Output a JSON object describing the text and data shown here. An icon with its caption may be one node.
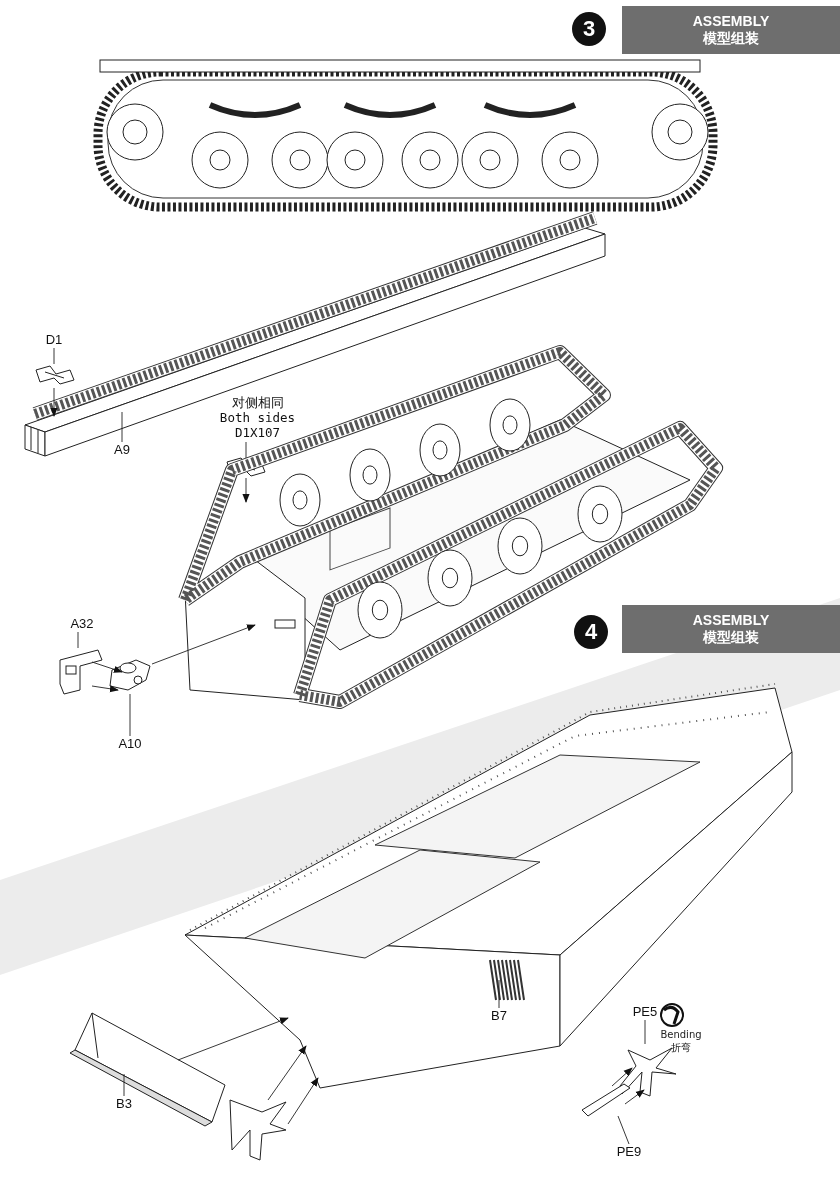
{
  "diagram": {
    "nodes": [
      {
        "text": [
          "3"
        ]
      },
      {
        "text": [
          "ASSEMBLY",
          "模型组装"
        ]
      },
      {
        "text": [
          "D1"
        ]
      },
      {
        "text": [],
        "shape": "picture"
      },
      {
        "text": [],
        "shape": "picture"
      },
      {
        "text": [
          "A9"
        ]
      },
      {
        "text": [
          "对侧相同",
          "Both sides",
          "D1X107"
        ]
      },
      {
        "text": [],
        "shape": "picture"
      },
      {
        "text": [],
        "shape": "picture"
      },
      {
        "text": [
          "A32"
        ]
      },
      {
        "text": [],
        "shape": "picture"
      },
      {
        "text": [],
        "shape": "picture"
      },
      {
        "text": [
          "A10"
        ]
      },
      {
        "text": [
          "4"
        ]
      },
      {
        "text": [
          "ASSEMBLY",
          "模型组装"
        ]
      },
      {
        "text": [],
        "shape": "picture"
      },
      {
        "text": [
          "B7"
        ]
      },
      {
        "text": [],
        "shape": "picture"
      },
      {
        "text": [
          "B3"
        ]
      },
      {
        "text": [],
        "shape": "picture"
      },
      {
        "text": [
          "PE5"
        ]
      },
      {
        "text": [],
        "shape": "picture"
      },
      {
        "text": [
          "PE9"
        ]
      },
      {
        "text": [],
        "shape": "picture"
      }
    ],
    "edges": [
      {
        "from": 2,
        "to": 3,
        "arrow": "none"
      },
      {
        "from": 3,
        "to": 4,
        "arrow": "to"
      },
      {
        "from": 5,
        "to": 4,
        "arrow": "none"
      },
      {
        "from": 6,
        "to": 7,
        "arrow": "none"
      },
      {
        "from": 7,
        "to": 8,
        "arrow": "to"
      },
      {
        "from": 9,
        "to": 10,
        "arrow": "none"
      },
      {
        "from": 10,
        "to": 11,
        "arrow": "to"
      },
      {
        "from": 10,
        "to": 11,
        "arrow": "to"
      },
      {
        "from": 11,
        "to": 8,
        "arrow": "to"
      },
      {
        "from": 12,
        "to": 11,
        "arrow": "none"
      },
      {
        "from": 16,
        "to": 15,
        "arrow": "none"
      },
      {
        "from": 18,
        "to": 17,
        "arrow": "none"
      },
      {
        "from": 17,
        "to": 15,
        "arrow": "to"
      },
      {
        "from": 19,
        "to": 15,
        "arrow": "to"
      },
      {
        "from": 19,
        "to": 15,
        "arrow": "to"
      },
      {
        "from": 20,
        "to": 21,
        "arrow": "none"
      },
      {
        "from": 22,
        "to": 23,
        "arrow": "none"
      },
      {
        "from": 23,
        "to": 21,
        "arrow": "to"
      },
      {
        "from": 23,
        "to": 21,
        "arrow": "to"
      }
    ],
    "labels": [
      "Bending",
      "折弯"
    ]
  }
}
